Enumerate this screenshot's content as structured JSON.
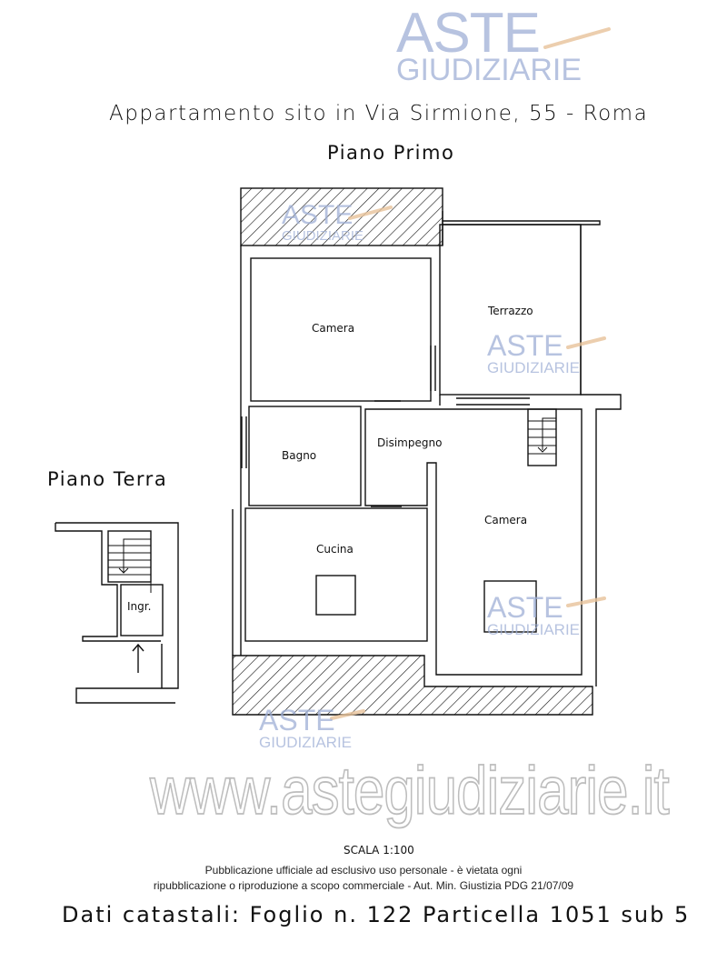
{
  "title": "Appartamento sito in Via Sirmione, 55 - Roma",
  "floors": {
    "first": "Piano Primo",
    "ground": "Piano Terra"
  },
  "rooms": {
    "camera_1": "Camera",
    "terrazzo": "Terrazzo",
    "bagno": "Bagno",
    "disimpegno": "Disimpegno",
    "cucina": "Cucina",
    "camera_2": "Camera",
    "ingresso": "Ingr."
  },
  "scale": "SCALA 1:100",
  "cadastral": "Dati catastali: Foglio n. 122 Particella 1051 sub 5",
  "publication_notice": {
    "line1": "Pubblicazione ufficiale ad esclusivo uso personale - è vietata ogni",
    "line2": "ripubblicazione o riproduzione a scopo commerciale - Aut. Min. Giustizia PDG 21/07/09"
  },
  "watermark": {
    "brand_top": "ASTE",
    "brand_bottom": "GIUDIZIARIE",
    "url": "www.astegiudiziarie.it",
    "brand_color": "#9fb0d6",
    "gavel_color": "#e8c39a"
  }
}
